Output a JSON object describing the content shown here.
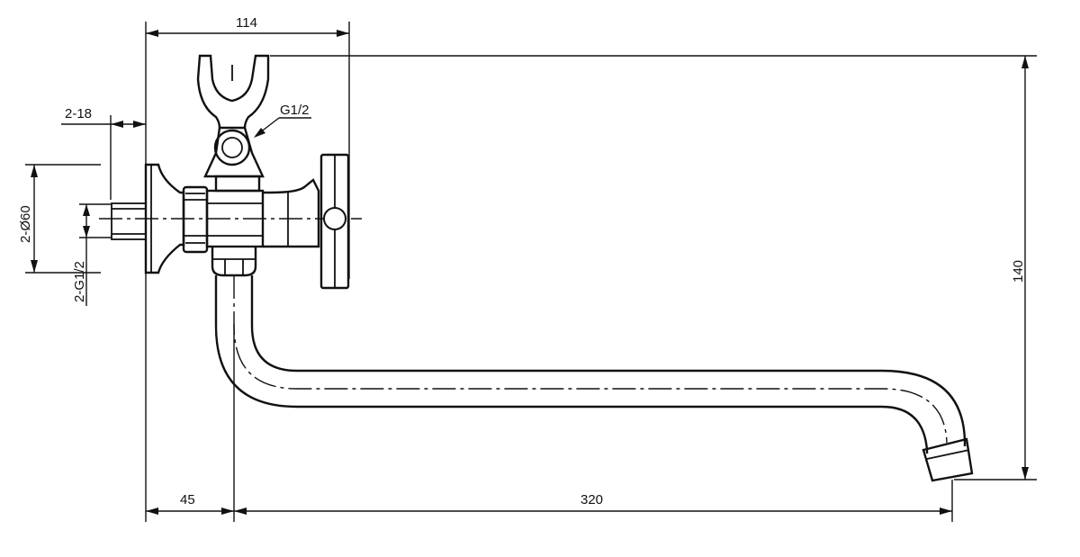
{
  "dimensions": {
    "width_top": "114",
    "height_right": "140",
    "bottom_left": "45",
    "bottom_right": "320",
    "eccentric_depth": "2-18",
    "flange_diameter": "2-Ø60",
    "inlet_thread": "2-G1/2",
    "shower_outlet": "G1/2"
  }
}
